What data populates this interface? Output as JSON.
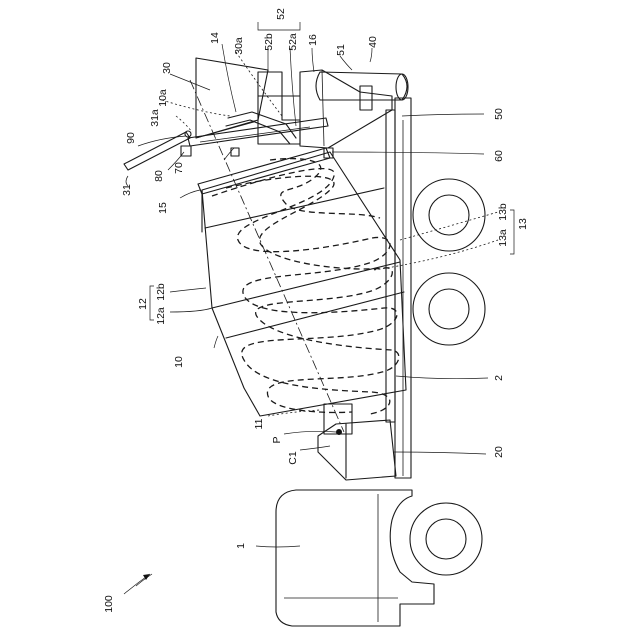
{
  "figure": {
    "labels": {
      "device": "100",
      "cab": "1",
      "frame": "2",
      "drum": "10",
      "drum_opening": "10a",
      "fin": "11",
      "blade": "12",
      "blade_a": "12a",
      "blade_b": "12b",
      "blade2": "13",
      "blade2_a": "13a",
      "blade2_b": "13b",
      "roller": "14",
      "ring": "15",
      "chute_pipe": "16",
      "gearbox": "20",
      "hopper": "30",
      "hopper_edge": "30a",
      "chute": "31",
      "chute_tip": "31a",
      "water_tank": "40",
      "subframe": "50",
      "support": "51",
      "bracket": "52",
      "bracket_a": "52a",
      "bracket_b": "52b",
      "sensor": "60",
      "sensor2": "70",
      "sensor3": "80",
      "cover": "90",
      "axis_point": "P",
      "axis_name": "C1"
    }
  }
}
